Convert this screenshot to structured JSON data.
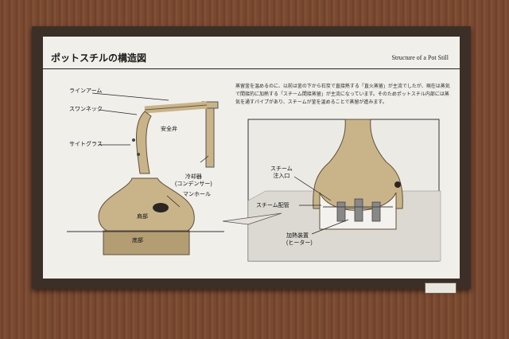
{
  "sign": {
    "title_jp": "ポットスチルの構造図",
    "title_en": "Structure of a Pot Still",
    "description": "蒸留釜を温めるのに、以前は釜の下から石炭で直接熱する「直火蒸留」が主流でしたが、現在は蒸気で間接的に加熱する「スチーム間接蒸留」が主流になっています。そのためポットスチル内部には蒸気を通すパイプがあり、スチームが釜を温めることで蒸留が進みます。",
    "labels": {
      "lyne_arm": "ラインアーム",
      "swan_neck": "スワンネック",
      "sight_glass": "サイトグラス",
      "safety_valve": "安全弁",
      "condenser": "冷却器\n(コンデンサー)",
      "manhole": "マンホール",
      "shoulder": "肩部",
      "bottom": "底部",
      "steam_inlet": "スチーム\n注入口",
      "steam_pipe": "スチーム配管",
      "heater": "加熱装置\n(ヒーター)"
    }
  }
}
